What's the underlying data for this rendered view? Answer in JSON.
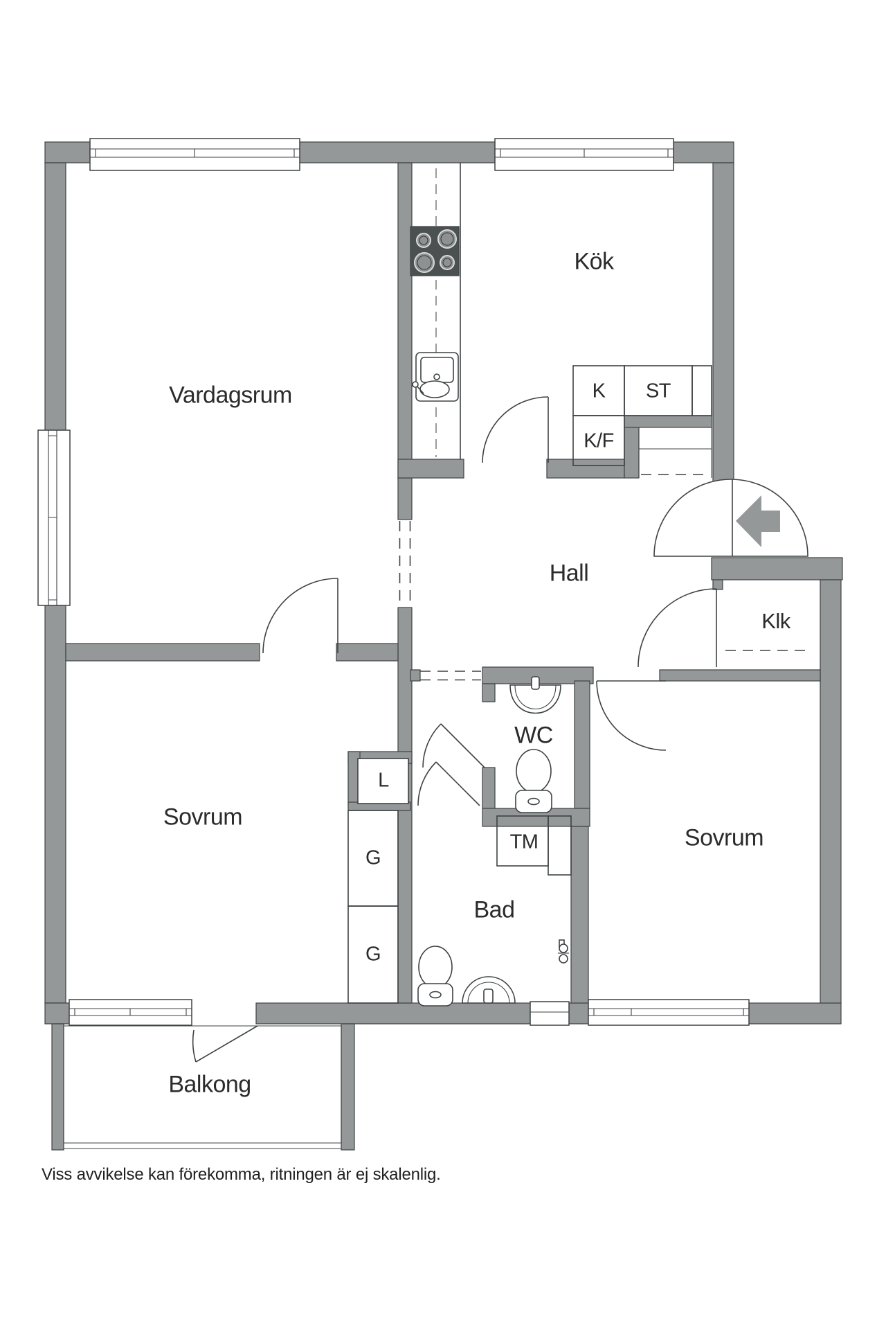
{
  "rooms": {
    "vardagsrum": "Vardagsrum",
    "kok": "Kök",
    "hall": "Hall",
    "klk": "Klk",
    "sovrum_left": "Sovrum",
    "sovrum_right": "Sovrum",
    "wc": "WC",
    "bad": "Bad",
    "balkong": "Balkong"
  },
  "fixtures": {
    "k": "K",
    "st": "ST",
    "kf": "K/F",
    "tm": "TM",
    "l": "L",
    "g_upper": "G",
    "g_lower": "G"
  },
  "footer": {
    "disclaimer": "Viss avvikelse kan förekomma, ritningen är ej skalenlig."
  },
  "colors": {
    "wall": "#949899",
    "line": "#3e4243",
    "stove": "#4b5051",
    "burner": "#8d9192",
    "text": "#2b2b2b",
    "background": "#ffffff"
  }
}
